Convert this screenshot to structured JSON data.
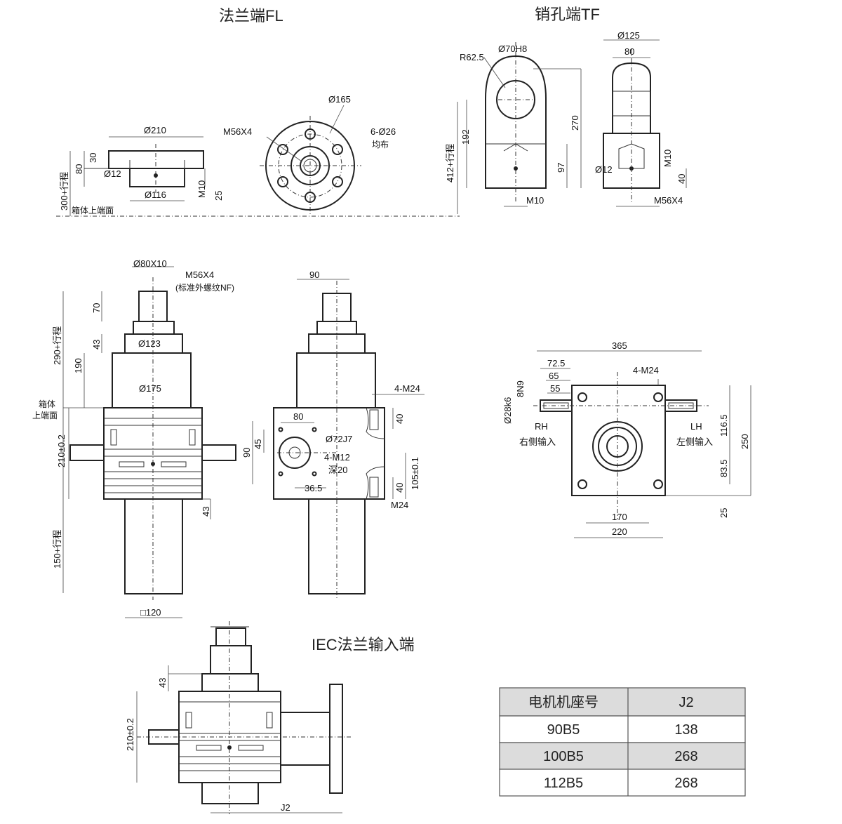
{
  "headings": {
    "flange_end": "法兰端FL",
    "pin_end": "销孔端TF",
    "iec_input": "IEC法兰输入端"
  },
  "fl": {
    "d210": "Ø210",
    "d12": "Ø12",
    "d116": "Ø116",
    "h30": "30",
    "h80": "80",
    "h25": "25",
    "m10": "M10",
    "stroke": "300+行程",
    "box_top": "箱体上端面",
    "d165": "Ø165",
    "m56": "M56X4",
    "holes": "6-Ø26",
    "holes_note": "均布"
  },
  "tf": {
    "r62": "R62.5",
    "d70": "Ø70H8",
    "h270": "270",
    "h192": "192",
    "h97": "97",
    "stroke": "412+行程",
    "m10": "M10",
    "d125": "Ø125",
    "w80": "80",
    "d12": "Ø12",
    "m10b": "M10",
    "h40": "40",
    "m56": "M56X4"
  },
  "front": {
    "d80": "Ø80X10",
    "m56": "M56X4",
    "thread_note": "(标准外螺纹NF)",
    "h70": "70",
    "h43": "43",
    "d123": "Ø123",
    "stroke290": "290+行程",
    "h190": "190",
    "d175": "Ø175",
    "box_label1": "箱体",
    "box_label2": "上端面",
    "h210": "210±0.2",
    "h43b": "43",
    "stroke150": "150+行程",
    "sq120": "□120"
  },
  "side": {
    "w90": "90",
    "m24": "4-M24",
    "w80": "80",
    "h45": "45",
    "h90": "90",
    "d72": "Ø72J7",
    "m12": "4-M12",
    "depth": "深20",
    "w36": "36.5",
    "h40a": "40",
    "h40b": "40",
    "h105": "105±0.1",
    "m24b": "M24"
  },
  "top": {
    "w365": "365",
    "w72": "72.5",
    "w65": "65",
    "w55": "55",
    "m24": "4-M24",
    "key": "8N9",
    "shaft": "Ø28k6",
    "rh": "RH",
    "rh_cn": "右侧输入",
    "lh": "LH",
    "lh_cn": "左侧输入",
    "h116": "116.5",
    "h83": "83.5",
    "h250": "250",
    "h25": "25",
    "w170": "170",
    "w220": "220"
  },
  "iec": {
    "h43": "43",
    "h210": "210±0.2",
    "j2": "J2"
  },
  "table": {
    "headers": [
      "电机机座号",
      "J2"
    ],
    "rows": [
      [
        "90B5",
        "138"
      ],
      [
        "100B5",
        "268"
      ],
      [
        "112B5",
        "268"
      ]
    ]
  }
}
